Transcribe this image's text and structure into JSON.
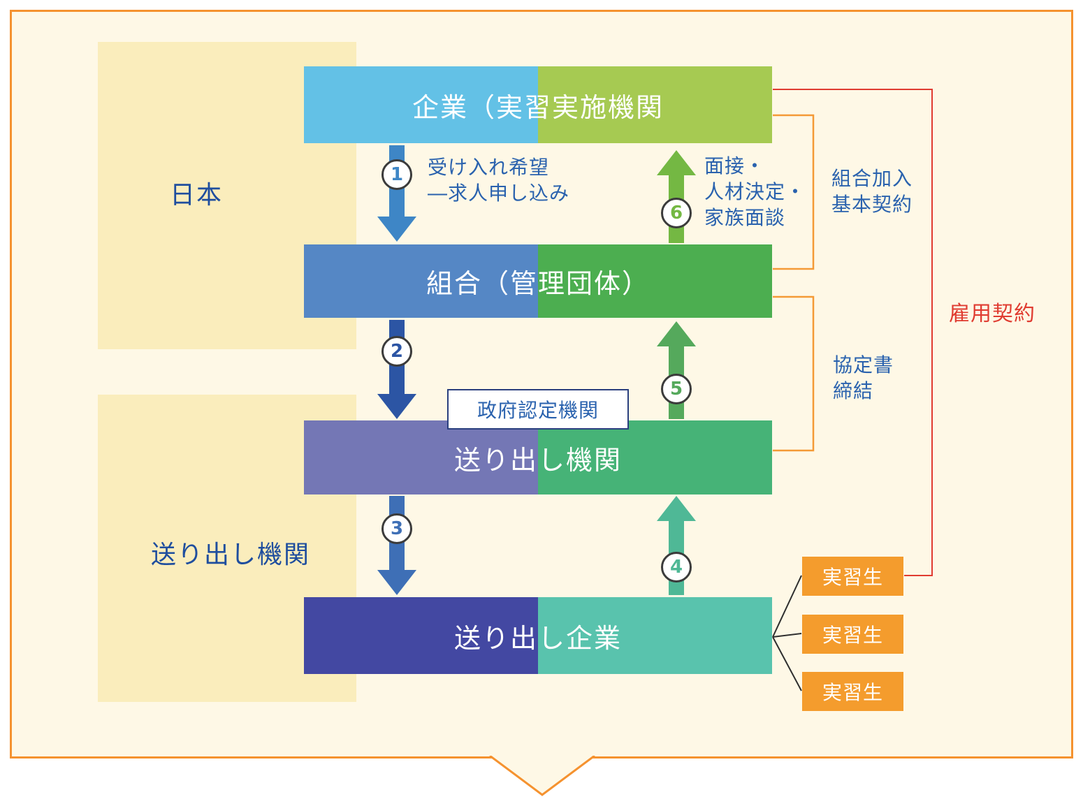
{
  "regions": [
    {
      "label": "日本"
    },
    {
      "label": "送り出し機関"
    }
  ],
  "bars": [
    {
      "label": "企業（実習実施機関"
    },
    {
      "label": "組合（管理団体）"
    },
    {
      "label": "送り出し機関",
      "badge": "政府認定機関"
    },
    {
      "label": "送り出し企業"
    }
  ],
  "steps": {
    "s1": {
      "num": "1",
      "label": "受け入れ希望\n―求人申し込み"
    },
    "s2": {
      "num": "2"
    },
    "s3": {
      "num": "3"
    },
    "s4": {
      "num": "4"
    },
    "s5": {
      "num": "5"
    },
    "s6": {
      "num": "6",
      "label": "面接・\n人材決定・\n家族面談"
    }
  },
  "annotations": {
    "union_contract": "組合加入\n基本契約",
    "agreement": "協定書\n締結",
    "employment": "雇用契約"
  },
  "trainees": [
    {
      "label": "実習生"
    },
    {
      "label": "実習生"
    },
    {
      "label": "実習生"
    }
  ],
  "colors": {
    "frame_orange": "#F5922F",
    "background_cream": "#FEF8E6",
    "region_yellow": "#FAEDBC",
    "bar1_left": "#63C1E6",
    "bar1_right": "#A6CA52",
    "bar2_left": "#5587C5",
    "bar2_right": "#4CAE50",
    "bar3_left": "#7477B5",
    "bar3_right": "#46B377",
    "bar4_left": "#4348A2",
    "bar4_right": "#59C3AD",
    "arrow1": "#3E86C6",
    "arrow2": "#2C55A4",
    "arrow3": "#3E6FB6",
    "arrow4": "#4FB896",
    "arrow5": "#55A95C",
    "arrow6": "#74B843",
    "blue_text": "#2A62AE",
    "red_text": "#E03C31",
    "bracket_orange": "#F49A36",
    "trainee_orange": "#F49C2D"
  }
}
